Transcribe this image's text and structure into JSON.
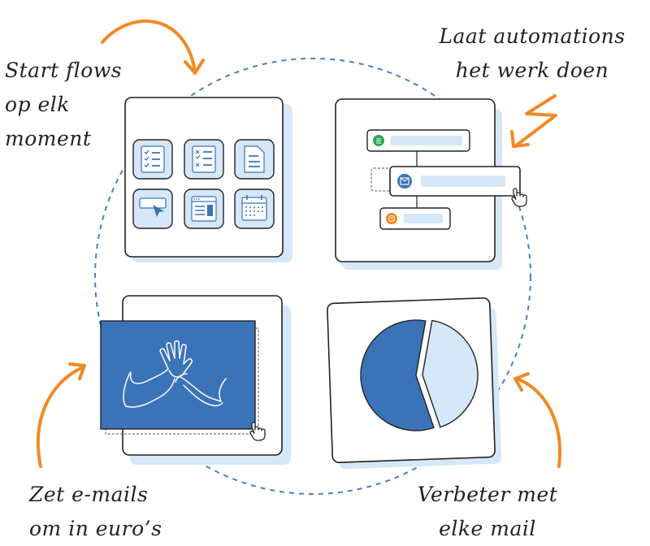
{
  "labels": {
    "top_left": [
      "Start flows",
      "op elk",
      "moment"
    ],
    "top_right": [
      "Laat automations",
      "het werk doen"
    ],
    "bottom_left": [
      "Zet e-mails",
      "om in euro’s"
    ],
    "bottom_right": [
      "Verbeter met",
      "elke mail"
    ]
  },
  "colors": {
    "accent_orange": "#f08a24",
    "primary_blue": "#3b73b9",
    "light_blue": "#d6e7f7",
    "outline": "#222222",
    "dashed_circle": "#4a7fc1"
  },
  "icons": [
    "checklist-icon",
    "list-icon",
    "document-icon",
    "cursor-window-icon",
    "browser-window-icon",
    "calendar-icon"
  ],
  "flow_node_icons": [
    "list-icon",
    "mail-icon",
    "clock-icon"
  ],
  "pie_chart": {
    "dark_share": 0.58,
    "light_share": 0.42
  }
}
